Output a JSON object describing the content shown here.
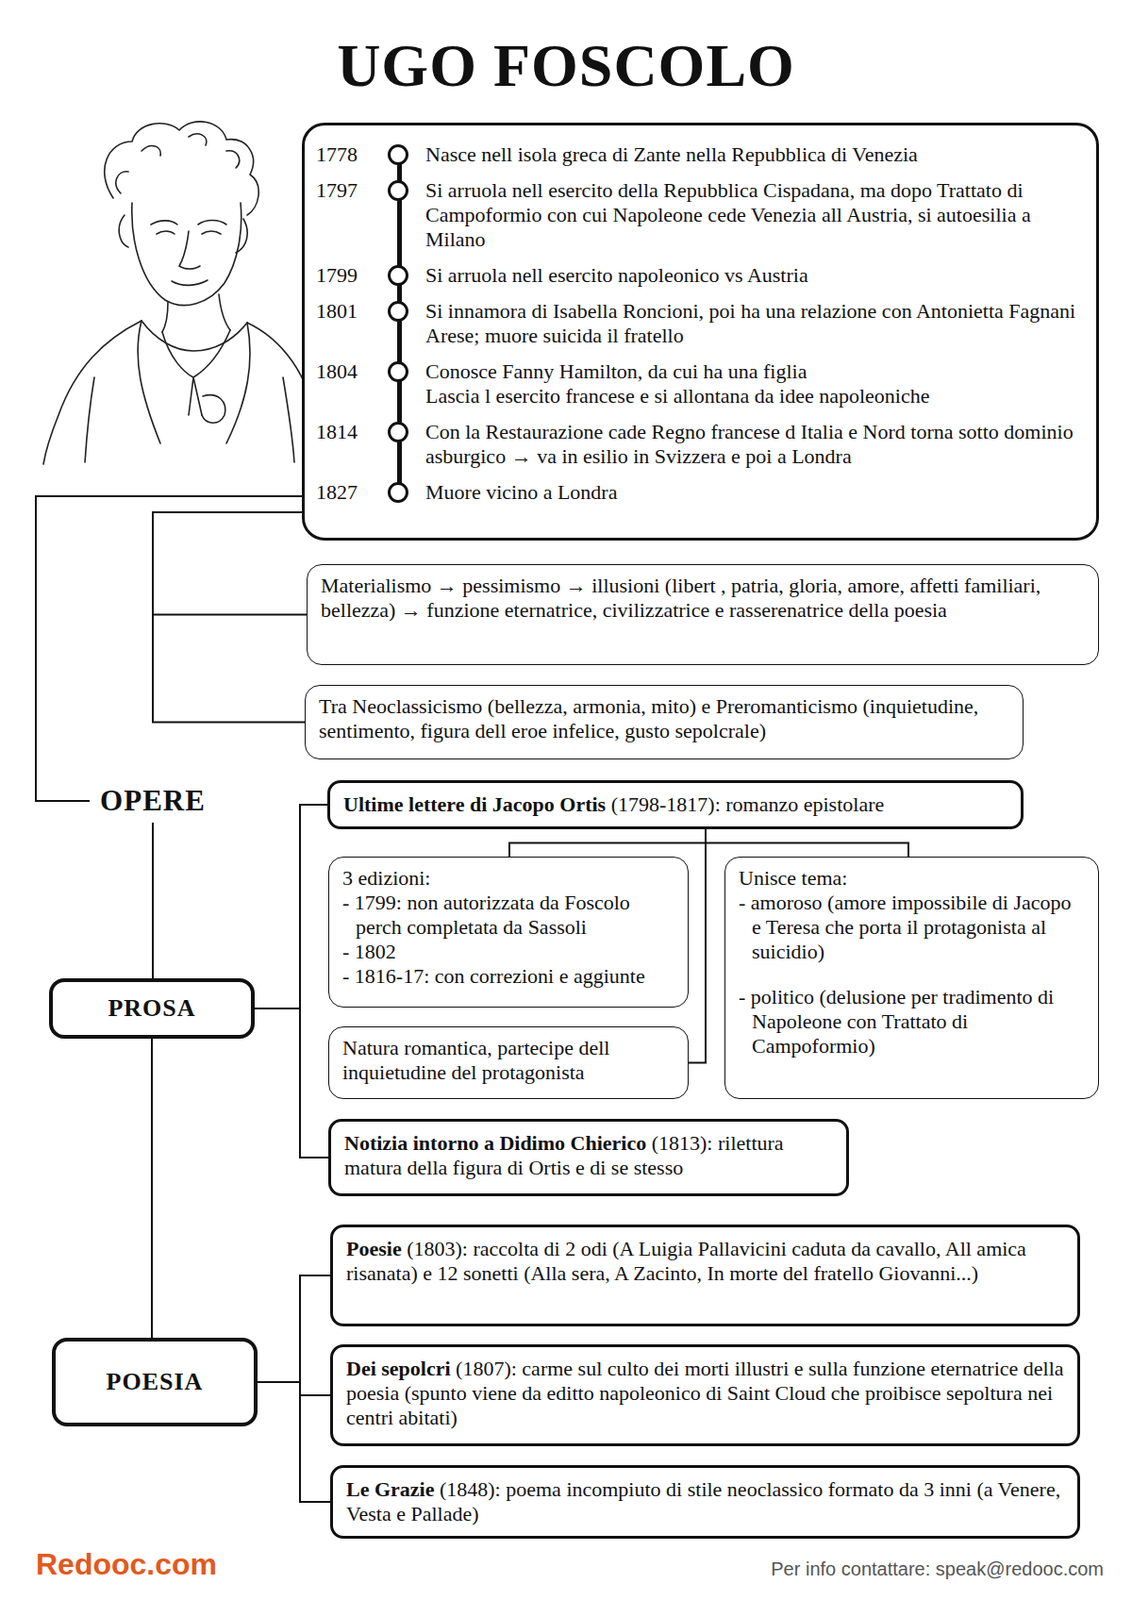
{
  "diagram": {
    "title": "UGO FOSCOLO",
    "nodes": [
      {
        "text": [
          "1778",
          "Nasce nell isola greca di Zante nella Repubblica di Venezia",
          "1797",
          "Si arruola nell esercito della Repubblica Cispadana, ma dopo Trattato di Campoformio con cui Napoleone cede Venezia all Austria, si autoesilia a Milano",
          "1799",
          "Si arruola nell esercito napoleonico vs Austria",
          "1801",
          "Si innamora di Isabella Roncioni, poi ha una relazione con Antonietta Fagnani Arese; muore suicida il fratello",
          "1804",
          "Conosce Fanny Hamilton, da cui ha una figlia",
          "Lascia l esercito francese e si allontana da idee napoleoniche",
          "1814",
          "Con la Restaurazione cade Regno francese d Italia e Nord torna sotto dominio asburgico → va in esilio in Svizzera e poi a Londra",
          "1827",
          "Muore vicino a Londra"
        ]
      },
      {
        "text": [
          "Materialismo → pessimismo → illusioni (libert , patria, gloria, amore, affetti familiari, bellezza) → funzione eternatrice, civilizzatrice e rasserenatrice della poesia"
        ]
      },
      {
        "text": [
          "Tra Neoclassicismo (bellezza, armonia, mito) e Preromanticismo (inquietudine, sentimento, figura dell eroe infelice, gusto sepolcrale)"
        ]
      },
      {
        "text": [
          "OPERE"
        ]
      },
      {
        "text": [
          "PROSA"
        ]
      },
      {
        "text": [
          "Ultime lettere di Jacopo Ortis",
          "(1798-1817): romanzo epistolare"
        ]
      },
      {
        "text": [
          "3 edizioni:",
          "- 1799: non autorizzata da Foscolo perch completata da Sassoli",
          "- 1802",
          "- 1816-17: con correzioni e aggiunte"
        ]
      },
      {
        "text": [
          "Natura romantica, partecipe dell inquietudine del protagonista"
        ]
      },
      {
        "text": [
          "Unisce tema:",
          "- amoroso (amore impossibile di Jacopo e Teresa che porta il protagonista al suicidio)",
          "- politico (delusione per tradimento di Napoleone con Trattato di Campoformio)"
        ]
      },
      {
        "text": [
          "Notizia intorno a Didimo Chierico",
          "(1813): rilettura matura della figura di Ortis e di se stesso"
        ]
      },
      {
        "text": [
          "POESIA"
        ]
      },
      {
        "text": [
          "Poesie",
          "(1803): raccolta di 2 odi (A Luigia Pallavicini caduta da cavallo, All amica risanata) e 12 sonetti (Alla sera, A Zacinto, In morte del fratello Giovanni...)"
        ]
      },
      {
        "text": [
          "Dei sepolcri",
          "(1807): carme sul culto dei morti illustri e sulla funzione eternatrice della poesia (spunto viene da editto napoleonico di Saint Cloud che proibisce sepoltura nei centri abitati)"
        ]
      },
      {
        "text": [
          "Le Grazie",
          "(1848): poema incompiuto di stile neoclassico formato da 3 inni (a Venere, Vesta e Pallade)"
        ]
      }
    ],
    "edges": [
      {
        "from": 0,
        "to": 3,
        "arrow": "none"
      },
      {
        "from": 0,
        "to": 1,
        "arrow": "none"
      },
      {
        "from": 0,
        "to": 2,
        "arrow": "none"
      },
      {
        "from": 3,
        "to": 4,
        "arrow": "none"
      },
      {
        "from": 4,
        "to": 10,
        "arrow": "none"
      },
      {
        "from": 4,
        "to": 5,
        "arrow": "none"
      },
      {
        "from": 4,
        "to": 9,
        "arrow": "none"
      },
      {
        "from": 5,
        "to": 6,
        "arrow": "none"
      },
      {
        "from": 5,
        "to": 8,
        "arrow": "none"
      },
      {
        "from": 5,
        "to": 7,
        "arrow": "none"
      },
      {
        "from": 10,
        "to": 11,
        "arrow": "none"
      },
      {
        "from": 10,
        "to": 12,
        "arrow": "none"
      },
      {
        "from": 10,
        "to": 13,
        "arrow": "none"
      }
    ],
    "labels": [
      "Redooc.com",
      "Per info contattare: speak@redooc.com"
    ]
  }
}
